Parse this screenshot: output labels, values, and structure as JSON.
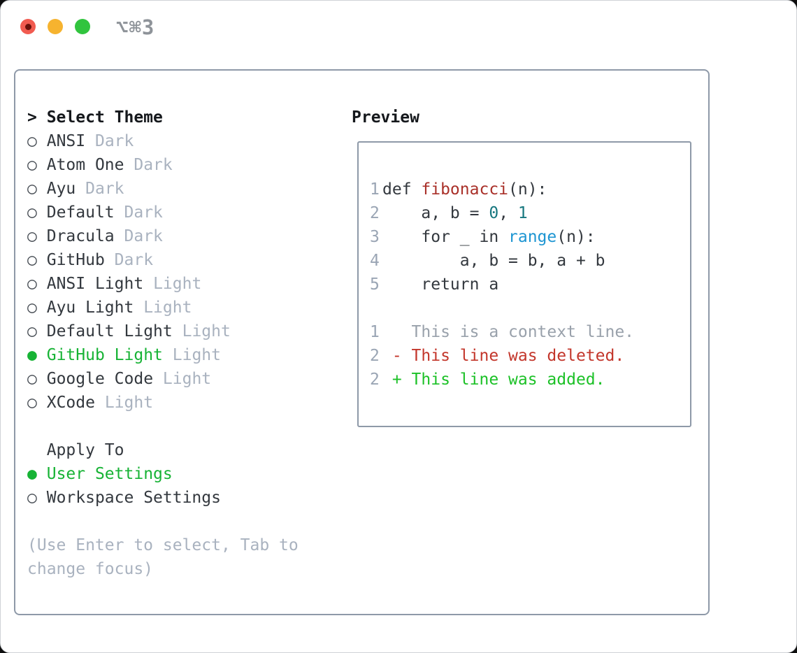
{
  "window": {
    "shortcut_label": "⌥⌘3",
    "traffic_lights": {
      "close_color": "#f15b50",
      "close_dot_color": "#69110b",
      "minimize_color": "#f6b32f",
      "zoom_color": "#31c43e"
    }
  },
  "theme_picker": {
    "title_marker": ">",
    "title": "Select Theme",
    "items": [
      {
        "label": "ANSI",
        "variant": "Dark",
        "selected": false
      },
      {
        "label": "Atom One",
        "variant": "Dark",
        "selected": false
      },
      {
        "label": "Ayu",
        "variant": "Dark",
        "selected": false
      },
      {
        "label": "Default",
        "variant": "Dark",
        "selected": false
      },
      {
        "label": "Dracula",
        "variant": "Dark",
        "selected": false
      },
      {
        "label": "GitHub",
        "variant": "Dark",
        "selected": false
      },
      {
        "label": "ANSI Light",
        "variant": "Light",
        "selected": false
      },
      {
        "label": "Ayu Light",
        "variant": "Light",
        "selected": false
      },
      {
        "label": "Default Light",
        "variant": "Light",
        "selected": false
      },
      {
        "label": "GitHub Light",
        "variant": "Light",
        "selected": true
      },
      {
        "label": "Google Code",
        "variant": "Light",
        "selected": false
      },
      {
        "label": "XCode",
        "variant": "Light",
        "selected": false
      }
    ],
    "apply_to": {
      "title": "Apply To",
      "options": [
        {
          "label": "User Settings",
          "selected": true
        },
        {
          "label": "Workspace Settings",
          "selected": false
        }
      ]
    },
    "hint_lines": [
      "(Use Enter to select, Tab to",
      "change focus)"
    ]
  },
  "preview": {
    "title": "Preview",
    "code_lines": [
      {
        "num": "1",
        "segments": [
          {
            "text": "def ",
            "color": "code"
          },
          {
            "text": "fibonacci",
            "color": "function"
          },
          {
            "text": "(n):",
            "color": "code"
          }
        ]
      },
      {
        "num": "2",
        "segments": [
          {
            "text": "    a, b = ",
            "color": "code"
          },
          {
            "text": "0",
            "color": "number"
          },
          {
            "text": ", ",
            "color": "code"
          },
          {
            "text": "1",
            "color": "number"
          }
        ]
      },
      {
        "num": "3",
        "segments": [
          {
            "text": "    for _ in ",
            "color": "code"
          },
          {
            "text": "range",
            "color": "builtin"
          },
          {
            "text": "(n):",
            "color": "code"
          }
        ]
      },
      {
        "num": "4",
        "segments": [
          {
            "text": "        a, b = b, a + b",
            "color": "code"
          }
        ]
      },
      {
        "num": "5",
        "segments": [
          {
            "text": "    return a",
            "color": "code"
          }
        ]
      },
      {
        "num": "",
        "segments": []
      },
      {
        "num": "1",
        "segments": [
          {
            "text": "   This is a context line.",
            "color": "muted"
          }
        ]
      },
      {
        "num": "2",
        "segments": [
          {
            "text": " - This line was deleted.",
            "color": "deleted"
          }
        ]
      },
      {
        "num": "2",
        "segments": [
          {
            "text": " + This line was added.",
            "color": "added"
          }
        ]
      }
    ]
  },
  "colors": {
    "selection_green": "#17b335",
    "diff_added_green": "#1cc127",
    "diff_deleted_red": "#c3362b",
    "function_red": "#a93029",
    "number_teal": "#17777f",
    "builtin_blue": "#1d95d2",
    "code_dark": "#33383e",
    "muted_gray": "#a9b2bf",
    "line_number_gray": "#9aa5b4",
    "border_gray": "#8e99a8",
    "shortcut_gray": "#8e9399"
  }
}
